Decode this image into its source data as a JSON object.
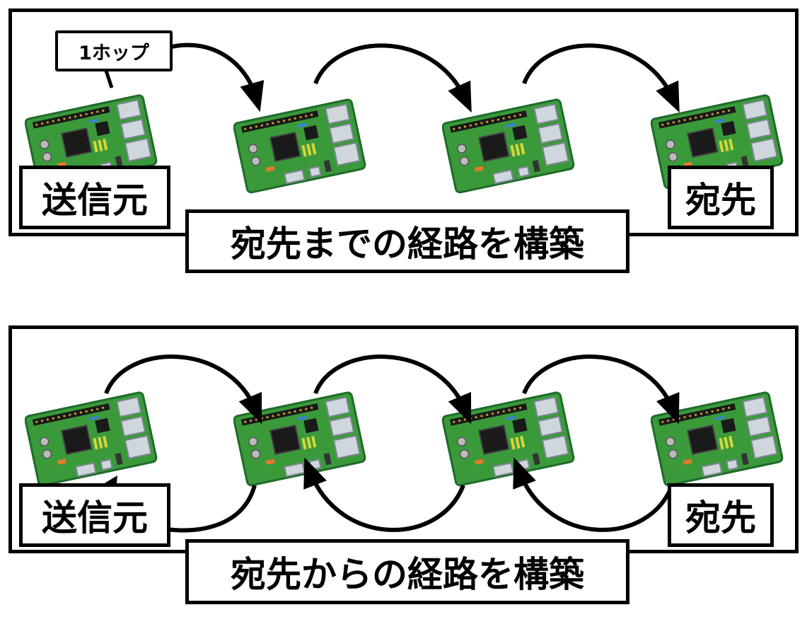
{
  "panels": [
    {
      "title": "宛先までの経路を構築",
      "source_label": "送信元",
      "destination_label": "宛先",
      "hop_label": "1ホップ"
    },
    {
      "title": "宛先からの経路を構築",
      "source_label": "送信元",
      "destination_label": "宛先"
    }
  ],
  "colors": {
    "stroke": "#000000",
    "board_green": "#3a9a3a",
    "board_dark": "#1f6b2a",
    "chip": "#1a1a1a",
    "connector": "#cfd6dc",
    "led_blue": "#3d7fd1",
    "led_yellow": "#d6d63a",
    "orange": "#e37a2a"
  },
  "icons": [
    "raspberry-pi-board"
  ]
}
